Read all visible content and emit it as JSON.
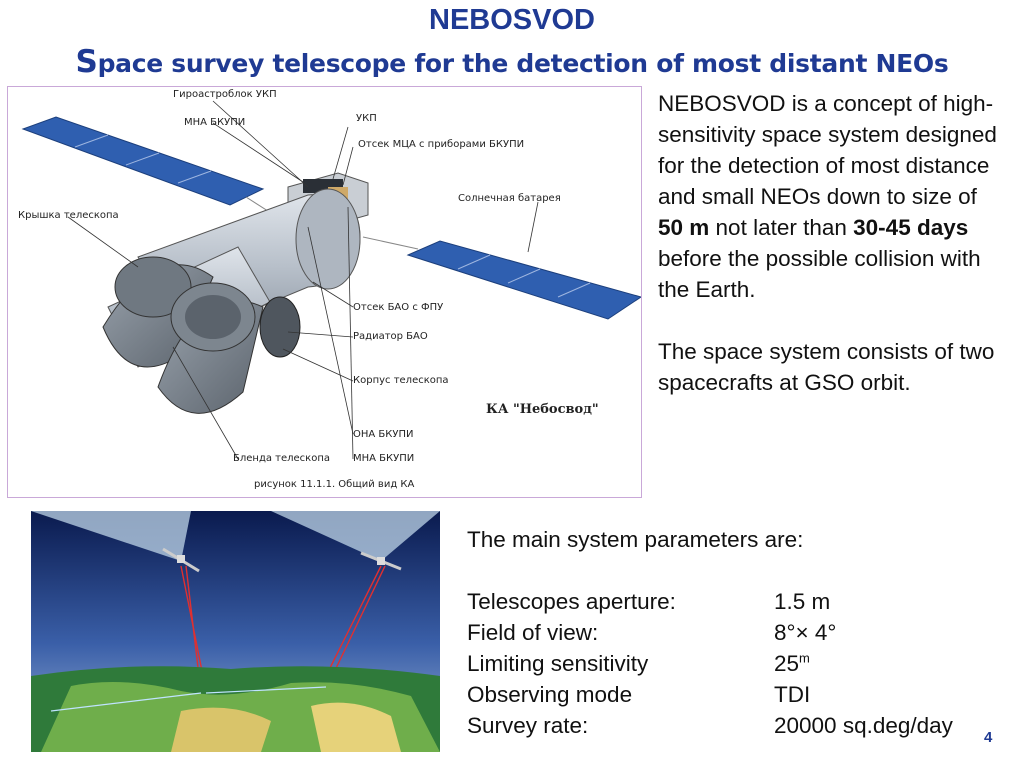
{
  "slide": {
    "title": "NEBOSVOD",
    "subtitle_first": "S",
    "subtitle_rest": "pace survey telescope for the detection of most distant NEOs",
    "page_number": "4"
  },
  "diagram": {
    "labels": {
      "gyro": "Гироастроблок УКП",
      "mna1": "МНА БКУПИ",
      "ukp": "УКП",
      "mca": "Отсек МЦА с приборами БКУПИ",
      "solar": "Солнечная батарея",
      "cover": "Крышка телескопа",
      "bao": "Отсек БАО с ФПУ",
      "radiator": "Радиатор БАО",
      "body": "Корпус телескопа",
      "ona": "ОНА БКУПИ",
      "hood": "Бленда телескопа",
      "mna2": "МНА БКУПИ",
      "caption": "рисунок 11.1.1. Общий вид КА",
      "ka": "КА \"Небосвод\""
    }
  },
  "description": {
    "p1_a": "NEBOSVOD is a concept of high-sensitivity space system designed for the detection of most distance and small NEOs down to size of ",
    "p1_b": "50 m",
    "p1_c": " not later than ",
    "p1_d": "30-45 days",
    "p1_e": " before the possible collision with the Earth.",
    "p2": "The space system consists of two spacecrafts at GSO orbit."
  },
  "parameters": {
    "heading": "The main system parameters are:",
    "rows": [
      {
        "key": "Telescopes aperture:",
        "value": "1.5 m"
      },
      {
        "key": "Field of view:",
        "value": "8°× 4°"
      },
      {
        "key": "Limiting sensitivity",
        "value": "25",
        "sup": "m"
      },
      {
        "key": "Observing mode",
        "value": "TDI"
      },
      {
        "key": "Survey rate:",
        "value": "20000 sq.deg/day"
      }
    ]
  },
  "colors": {
    "title": "#1f3a93",
    "solar_panel": "#2f5fb0",
    "sky_dark": "#0a1a4e",
    "link_red": "#e03030"
  }
}
